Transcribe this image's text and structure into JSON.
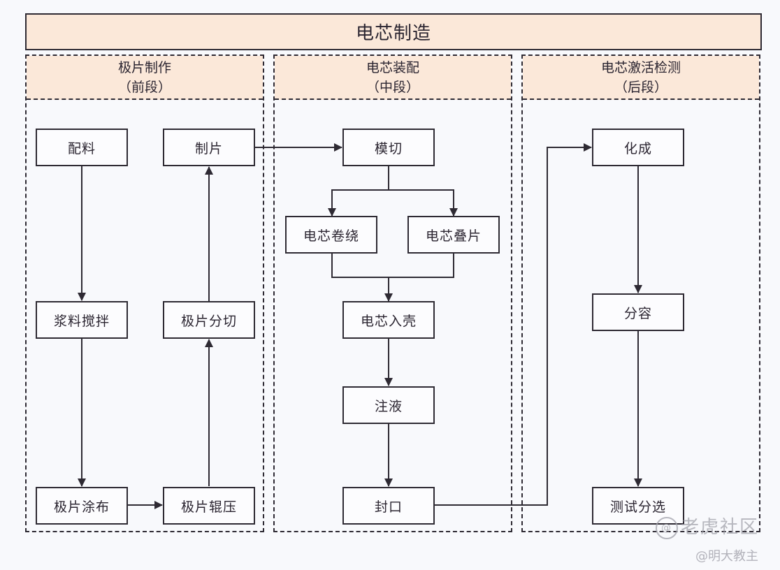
{
  "title": "电芯制造",
  "stages": [
    {
      "name": "极片制作",
      "sub": "（前段）"
    },
    {
      "name": "电芯装配",
      "sub": "（中段）"
    },
    {
      "name": "电芯激活检测",
      "sub": "（后段）"
    }
  ],
  "steps": {
    "peiliao": "配料",
    "jiangliao": "浆料搅拌",
    "tubu": "极片涂布",
    "gunya": "极片辊压",
    "fenqie": "极片分切",
    "zhipian": "制片",
    "moqie": "模切",
    "juanrao": "电芯卷绕",
    "diepian": "电芯叠片",
    "ruke": "电芯入壳",
    "zhuye": "注液",
    "fengkou": "封口",
    "huacheng": "化成",
    "fenrong": "分容",
    "ceshi": "测试分选"
  },
  "flows": [
    [
      "配料",
      "浆料搅拌"
    ],
    [
      "浆料搅拌",
      "极片涂布"
    ],
    [
      "极片涂布",
      "极片辊压"
    ],
    [
      "极片辊压",
      "极片分切"
    ],
    [
      "极片分切",
      "制片"
    ],
    [
      "制片",
      "模切"
    ],
    [
      "模切",
      "电芯卷绕"
    ],
    [
      "模切",
      "电芯叠片"
    ],
    [
      "电芯卷绕",
      "电芯入壳"
    ],
    [
      "电芯叠片",
      "电芯入壳"
    ],
    [
      "电芯入壳",
      "注液"
    ],
    [
      "注液",
      "封口"
    ],
    [
      "封口",
      "化成"
    ],
    [
      "化成",
      "分容"
    ],
    [
      "分容",
      "测试分选"
    ]
  ],
  "colors": {
    "header_fill": "#fbe8d9",
    "line": "#2e2a33",
    "background": "#f8f9fc"
  },
  "watermarks": {
    "community": "老虎社区",
    "community_logo": "@",
    "author": "@明大教主"
  }
}
